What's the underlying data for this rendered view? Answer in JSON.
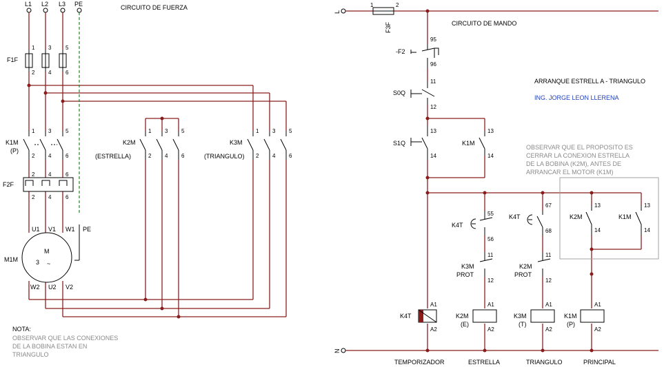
{
  "power": {
    "title": "CIRCUITO DE FUERZA",
    "phases": [
      "L1",
      "L2",
      "L3",
      "PE"
    ],
    "f1f": "F1F",
    "fuse_top": [
      "1",
      "3",
      "5"
    ],
    "fuse_bot": [
      "2",
      "4",
      "6"
    ],
    "k1m": "K1M",
    "k1m_sub": "(P)",
    "k2m": "K2M",
    "k2m_sub": "(ESTRELLA)",
    "k3m": "K3M",
    "k3m_sub": "(TRIANGULO)",
    "f2f": "F2F",
    "m1m": "M1M",
    "motor_m": "M",
    "motor_3": "3",
    "motor_tilde": "~",
    "term_top": [
      "U1",
      "V1",
      "W1",
      "PE"
    ],
    "term_bot": [
      "W2",
      "U2",
      "V2"
    ],
    "note_title": "NOTA:",
    "note_lines": [
      "OBSERVAR QUE LAS CONEXIONES",
      "DE LA BOBINA ESTAN EN",
      "TRIANGULO"
    ]
  },
  "control": {
    "title": "CIRCUITO DE MANDO",
    "L": "L",
    "N": "N",
    "f3f": "F3F",
    "f3f_1": "1",
    "f3f_2": "2",
    "f2": "-F2",
    "f2_95": "95",
    "f2_96": "96",
    "s0q": "S0Q",
    "s0q_11": "11",
    "s0q_12": "12",
    "s1q": "S1Q",
    "s1q_13": "13",
    "s1q_14": "14",
    "k1m_seal": "K1M",
    "seal_13": "13",
    "seal_14": "14",
    "k4t_a": "K4T",
    "k4t_55": "55",
    "k4t_56": "56",
    "k4t_b": "K4T",
    "k4t_67": "67",
    "k4t_68": "68",
    "k3m_prot": "K3M",
    "k2m_prot": "K2M",
    "prot": "PROT",
    "n11": "11",
    "n12": "12",
    "k2m_box": "K2M",
    "k1m_box": "K1M",
    "box_13": "13",
    "box_14": "14",
    "a1": "A1",
    "a2": "A2",
    "coil_k4t": "K4T",
    "coil_k2m": "K2M",
    "coil_k2m_sub": "(E)",
    "coil_k3m": "K3M",
    "coil_k3m_sub": "(T)",
    "coil_k1m": "K1M",
    "coil_k1m_sub": "(P)",
    "labels_bottom": [
      "TEMPORIZADOR",
      "ESTRELLA",
      "TRIANGULO",
      "PRINCIPAL"
    ],
    "header_title": "ARRANQUE ESTRELL A - TRIANGULO",
    "author": "ING. JORGE LEON LLERENA",
    "observe_lines": [
      "OBSERVAR QUE EL PROPOSITO ES",
      "CERRAR LA CONEXION ESTRELLA",
      "DE LA BOBINA (K2M), ANTES DE",
      "ARRANCAR EL MOTOR (K1M)"
    ]
  },
  "colors": {
    "wire": "#8b1c1c",
    "pe": "#1a8a1a",
    "note": "#8a8a8a",
    "author": "#1f3fbf"
  }
}
